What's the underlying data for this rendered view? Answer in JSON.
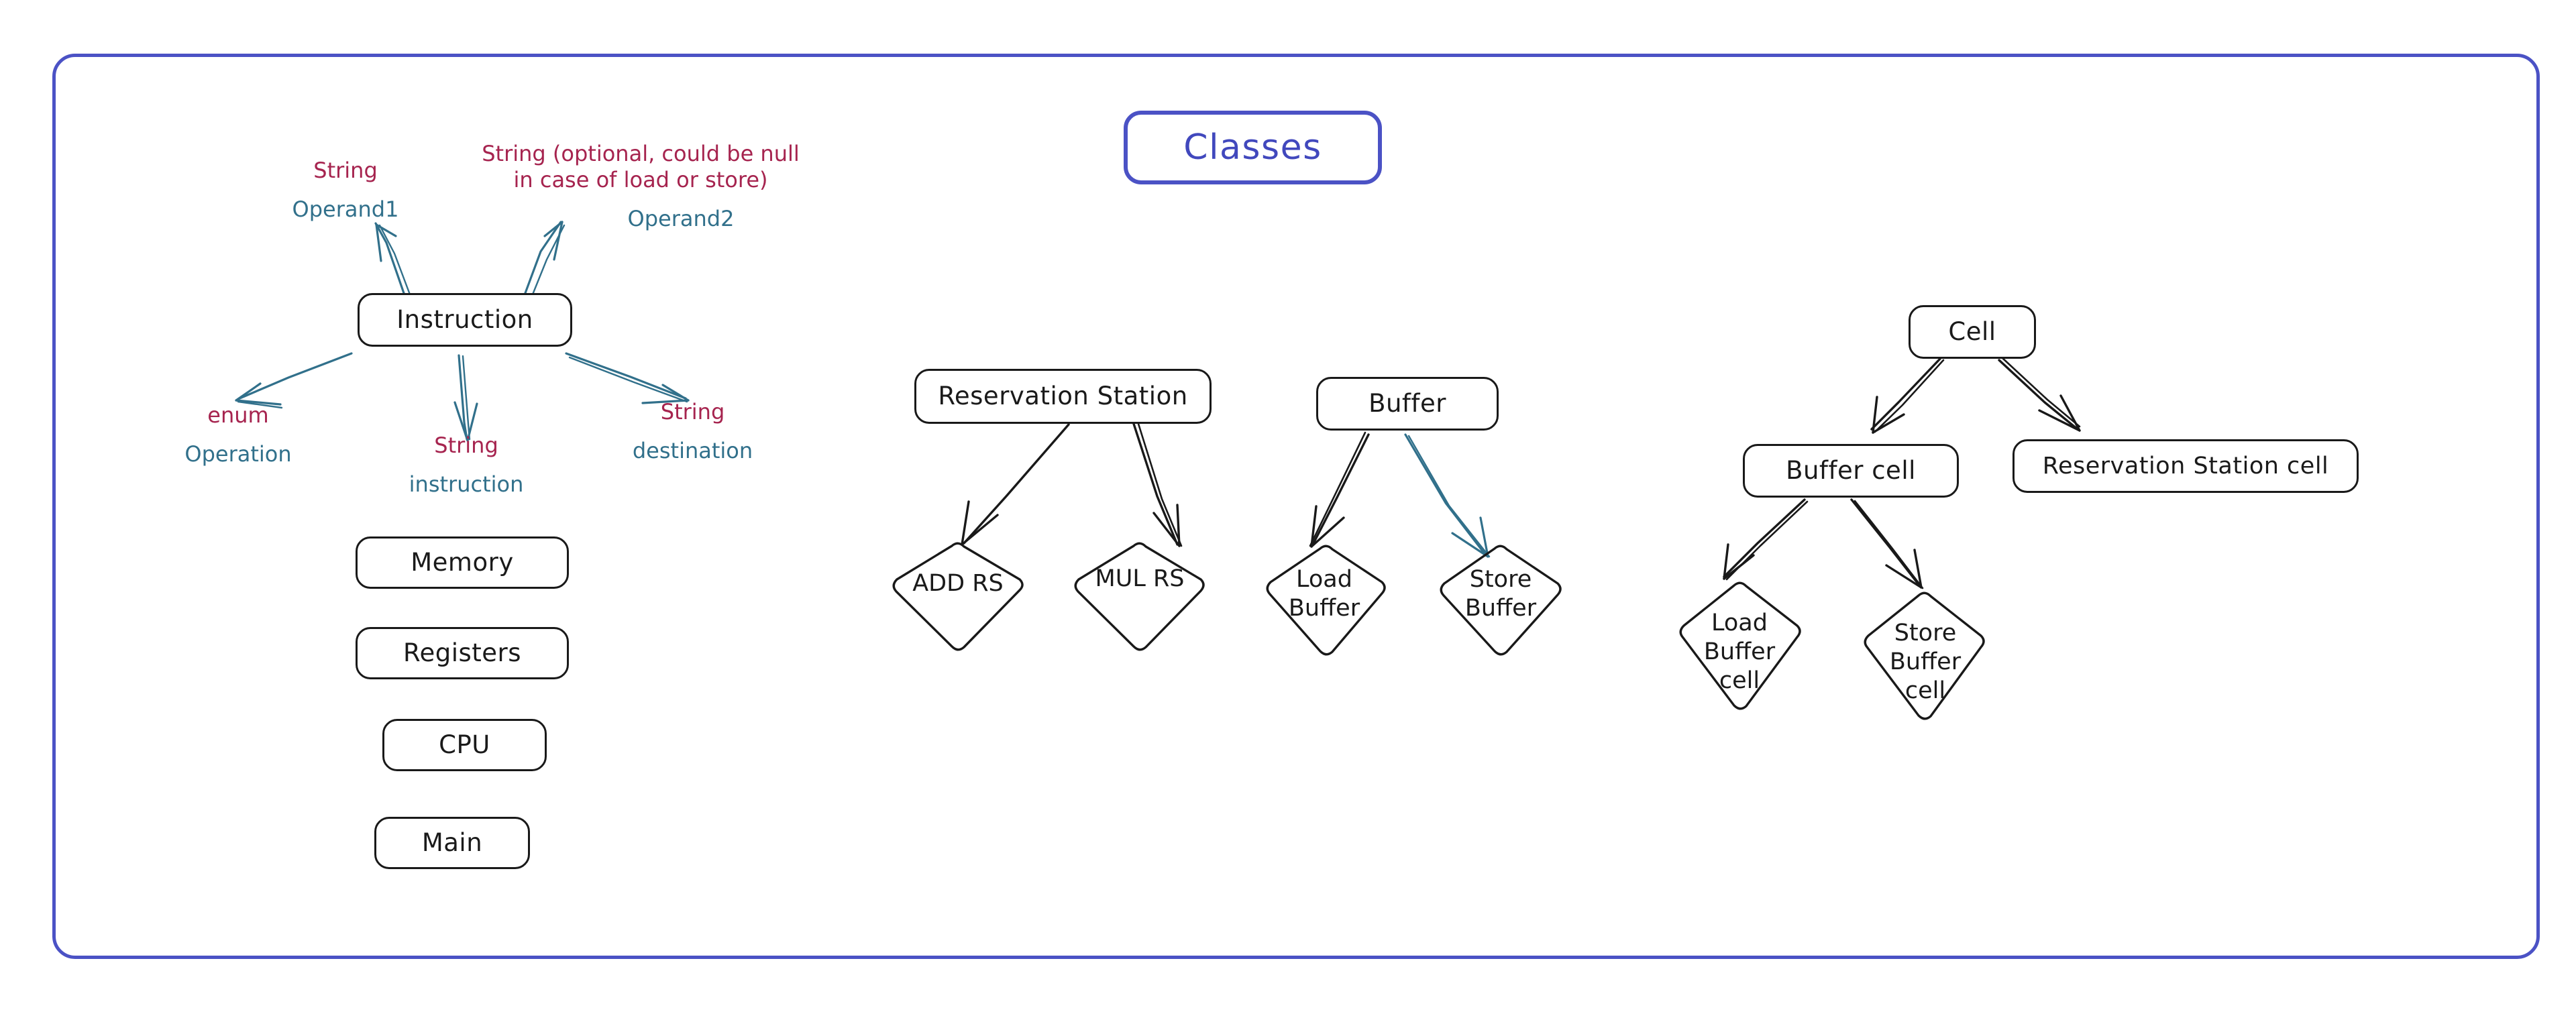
{
  "diagram": {
    "title": "Classes",
    "frame_color": "#4b52c5",
    "ink_color": "#191919",
    "arrow_teal": "#31708b",
    "annotation_red": "#a6244f",
    "annotation_teal": "#31708b"
  },
  "instruction": {
    "label": "Instruction",
    "fields": [
      {
        "type": "String",
        "name": "Operand1"
      },
      {
        "type": "String (optional, could be null\nin case of load or store)",
        "name": "Operand2"
      },
      {
        "type": "enum",
        "name": "Operation"
      },
      {
        "type": "String",
        "name": "instruction"
      },
      {
        "type": "String",
        "name": "destination"
      }
    ]
  },
  "standalone_classes": [
    {
      "label": "Memory"
    },
    {
      "label": "Registers"
    },
    {
      "label": "CPU"
    },
    {
      "label": "Main"
    }
  ],
  "reservation_station": {
    "label": "Reservation Station",
    "children": [
      {
        "label": "ADD RS"
      },
      {
        "label": "MUL RS"
      }
    ]
  },
  "buffer": {
    "label": "Buffer",
    "children": [
      {
        "label": "Load\nBuffer"
      },
      {
        "label": "Store\nBuffer"
      }
    ]
  },
  "cell": {
    "label": "Cell",
    "children": [
      {
        "label": "Buffer cell"
      },
      {
        "label": "Reservation Station cell"
      }
    ],
    "buffer_cell_children": [
      {
        "label": "Load\nBuffer\ncell"
      },
      {
        "label": "Store\nBuffer\ncell"
      }
    ]
  }
}
